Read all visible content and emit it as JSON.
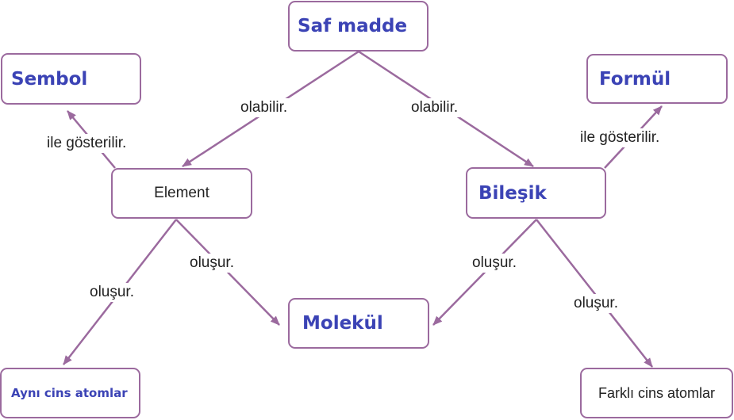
{
  "colors": {
    "accent_text": "#3b43b5",
    "line": "#9b6a9e",
    "plain_text": "#222222"
  },
  "nodes": {
    "saf_madde": "Saf madde",
    "sembol": "Sembol",
    "formul": "Formül",
    "element": "Element",
    "bilesik": "Bileşik",
    "molekul": "Molekül",
    "ayni_cins": "Aynı cins atomlar",
    "farkli_cins": "Farklı cins atomlar"
  },
  "edges": {
    "saf_to_element": "olabilir.",
    "saf_to_bilesik": "olabilir.",
    "element_to_sembol": "ile gösterilir.",
    "bilesik_to_formul": "ile gösterilir.",
    "element_to_ayni": "oluşur.",
    "element_to_molekul": "oluşur.",
    "bilesik_to_molekul": "oluşur.",
    "bilesik_to_farkli": "oluşur."
  }
}
